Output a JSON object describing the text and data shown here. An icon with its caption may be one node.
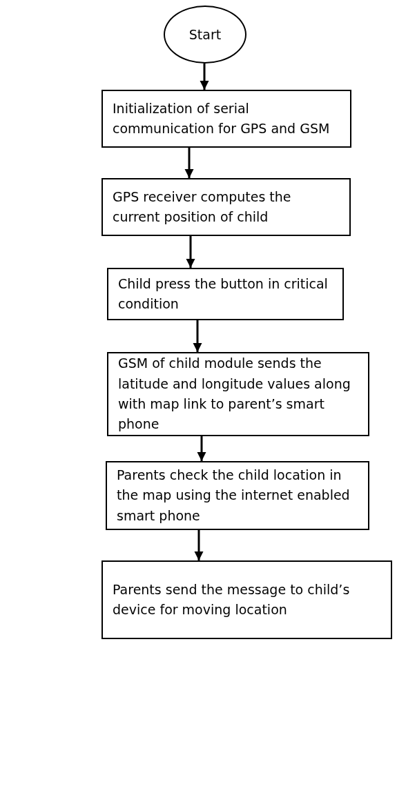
{
  "diagram": {
    "nodes": [
      {
        "text": [
          "Start"
        ]
      },
      {
        "text": [
          "Initialization of serial communication for GPS and GSM"
        ]
      },
      {
        "text": [
          "GPS receiver computes the current position of child"
        ]
      },
      {
        "text": [
          "Child press the button in critical condition"
        ]
      },
      {
        "text": [
          "GSM of child module sends the latitude and longitude values along with map link to parent’s smart phone"
        ]
      },
      {
        "text": [
          "Parents check the child location in the map using the internet enabled smart phone"
        ]
      },
      {
        "text": [
          "Parents send the message to child’s device for moving location"
        ]
      }
    ],
    "edges": [
      {
        "from": 0,
        "to": 1,
        "arrow": "to"
      },
      {
        "from": 1,
        "to": 2,
        "arrow": "to"
      },
      {
        "from": 2,
        "to": 3,
        "arrow": "to"
      },
      {
        "from": 3,
        "to": 4,
        "arrow": "to"
      },
      {
        "from": 4,
        "to": 5,
        "arrow": "to"
      },
      {
        "from": 5,
        "to": 6,
        "arrow": "to"
      }
    ]
  }
}
